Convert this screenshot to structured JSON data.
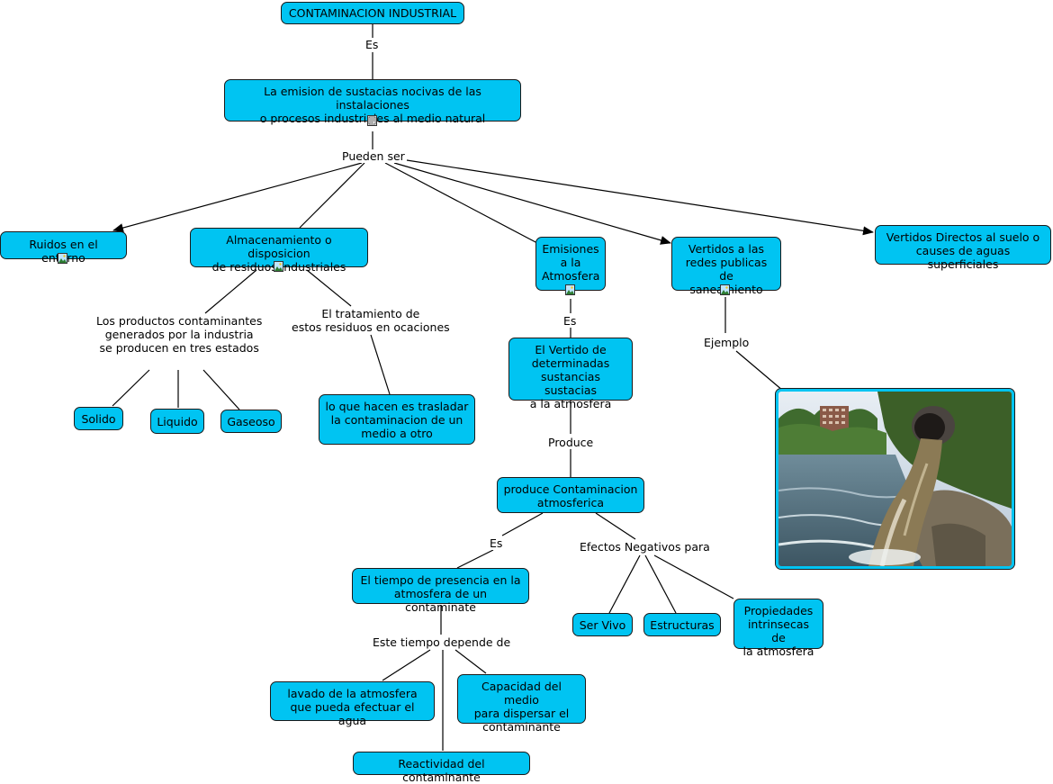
{
  "colors": {
    "node_fill": "#00c4f2",
    "node_border": "#1a1a1a",
    "line": "#000000"
  },
  "nodes": {
    "n_title": "CONTAMINACION INDUSTRIAL",
    "n_def": "La emision de sustacias nocivas de las instalaciones\no procesos industriales al medio natural",
    "n_ruidos": "Ruidos en el entorno",
    "n_almac": "Almacenamiento o disposicion\nde residuos industriales",
    "n_emis": "Emisiones\na la\nAtmosfera",
    "n_vredes": "Vertidos a las\nredes publicas de\nsaneamiento",
    "n_vdir": "Vertidos Directos al suelo o\ncauses de aguas superficiales",
    "n_solido": "Solido",
    "n_liquido": "Liquido",
    "n_gaseoso": "Gaseoso",
    "n_trasl": "lo que hacen es trasladar\nla contaminacion de un\nmedio a otro",
    "n_vertido": "El Vertido de\ndeterminadas\nsustancias sustacias\na la atmosfera",
    "n_produce": "produce Contaminacion\natmosferica",
    "n_tiempo": "El tiempo de presencia en la\natmosfera de un contaminate",
    "n_servivo": "Ser Vivo",
    "n_estruc": "Estructuras",
    "n_prop": "Propiedades\nintrinsecas de\nla atmosfera",
    "n_lavado": "lavado de la atmosfera\nque pueda efectuar el agua",
    "n_capac": "Capacidad del medio\npara dispersar el\ncontaminante",
    "n_react": "Reactividad del contaminante"
  },
  "links": {
    "l_es1": "Es",
    "l_pueden": "Pueden ser",
    "l_prod": "Los productos contaminantes\ngenerados por la industria\nse producen en tres estados",
    "l_trat": "El tratamiento de\nestos residuos en ocaciones",
    "l_es2": "Es",
    "l_produce": "Produce",
    "l_ejemplo": "Ejemplo",
    "l_es3": "Es",
    "l_efectos": "Efectos Negativos para",
    "l_depende": "Este tiempo depende de"
  },
  "resource_icons": {
    "n_def": "document-icon",
    "n_ruidos": "image-icon",
    "n_almac": "image-icon",
    "n_emis": "image-icon",
    "n_vredes": "image-icon"
  },
  "example_image": "photo of a drainage pipe discharging wastewater into a river"
}
